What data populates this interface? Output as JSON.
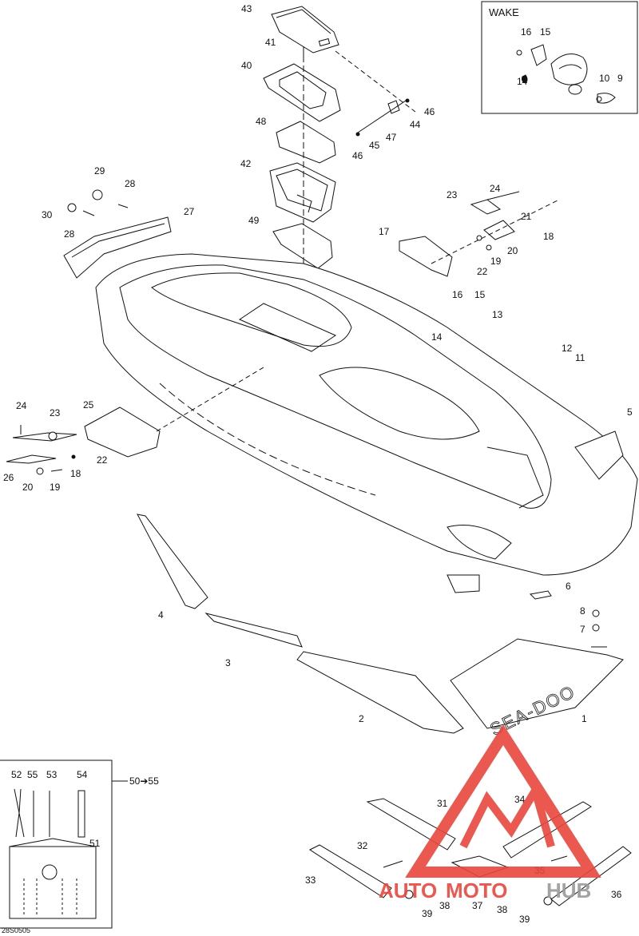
{
  "inset": {
    "title": "WAKE",
    "labels": [
      "16",
      "15",
      "14",
      "10",
      "9"
    ]
  },
  "kit": {
    "range_label": "50➔55",
    "labels": [
      "52",
      "55",
      "53",
      "54",
      "51"
    ]
  },
  "callouts": {
    "c43": "43",
    "c41": "41",
    "c40": "40",
    "c48": "48",
    "c42": "42",
    "c49": "49",
    "c46a": "46",
    "c44": "44",
    "c47": "47",
    "c45": "45",
    "c46b": "46",
    "c29": "29",
    "c28a": "28",
    "c27": "27",
    "c30": "30",
    "c28b": "28",
    "c23a": "23",
    "c24a": "24",
    "c21a": "21",
    "c17": "17",
    "c18a": "18",
    "c20a": "20",
    "c19a": "19",
    "c22a": "22",
    "c16": "16",
    "c15": "15",
    "c13": "13",
    "c14": "14",
    "c12": "12",
    "c11": "11",
    "c5": "5",
    "c24b": "24",
    "c23b": "23",
    "c25": "25",
    "c22b": "22",
    "c26": "26",
    "c20b": "20",
    "c19b": "19",
    "c18b": "18",
    "c6": "6",
    "c4": "4",
    "c8": "8",
    "c7": "7",
    "c3": "3",
    "c2": "2",
    "c1": "1",
    "c31": "31",
    "c34": "34",
    "c32": "32",
    "c33": "33",
    "c35": "35",
    "c36": "36",
    "c37": "37",
    "c38a": "38",
    "c38b": "38",
    "c39a": "39",
    "c39b": "39"
  },
  "hull_decal_text": "SEA-DOO",
  "figure_code": "28S0505",
  "watermark": {
    "part1": "AUTO",
    "part2": "MOTO",
    "part3": "HUB",
    "color_red": "#e8463c",
    "color_gray": "#9a9a9a"
  }
}
